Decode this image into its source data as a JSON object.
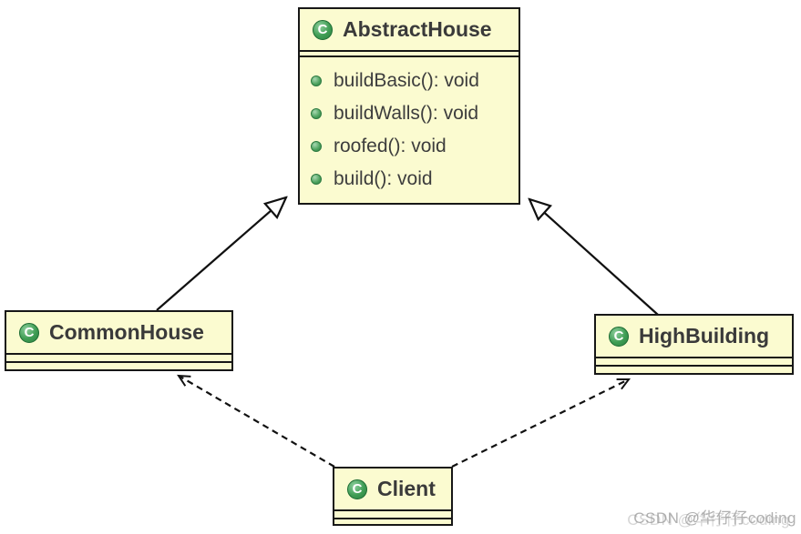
{
  "diagram": {
    "type": "uml-class-diagram",
    "icon_letter": "C",
    "classes": {
      "abstract_house": {
        "name": "AbstractHouse",
        "methods": [
          "buildBasic(): void",
          "buildWalls(): void",
          "roofed(): void",
          "build(): void"
        ]
      },
      "common_house": {
        "name": "CommonHouse",
        "methods": []
      },
      "high_building": {
        "name": "HighBuilding",
        "methods": []
      },
      "client": {
        "name": "Client",
        "methods": []
      }
    },
    "relationships": [
      {
        "from": "CommonHouse",
        "to": "AbstractHouse",
        "type": "generalization",
        "line": "solid",
        "arrowhead": "hollow-triangle"
      },
      {
        "from": "HighBuilding",
        "to": "AbstractHouse",
        "type": "generalization",
        "line": "solid",
        "arrowhead": "hollow-triangle"
      },
      {
        "from": "Client",
        "to": "CommonHouse",
        "type": "dependency",
        "line": "dashed",
        "arrowhead": "open"
      },
      {
        "from": "Client",
        "to": "HighBuilding",
        "type": "dependency",
        "line": "dashed",
        "arrowhead": "open"
      }
    ],
    "colors": {
      "class_fill": "#FBFBD0",
      "class_border": "#171717",
      "icon_green": "#3F9D54",
      "text": "#3A3A3A",
      "edge": "#111111"
    }
  },
  "watermark": {
    "text": "CSDN @华仔仔coding"
  }
}
